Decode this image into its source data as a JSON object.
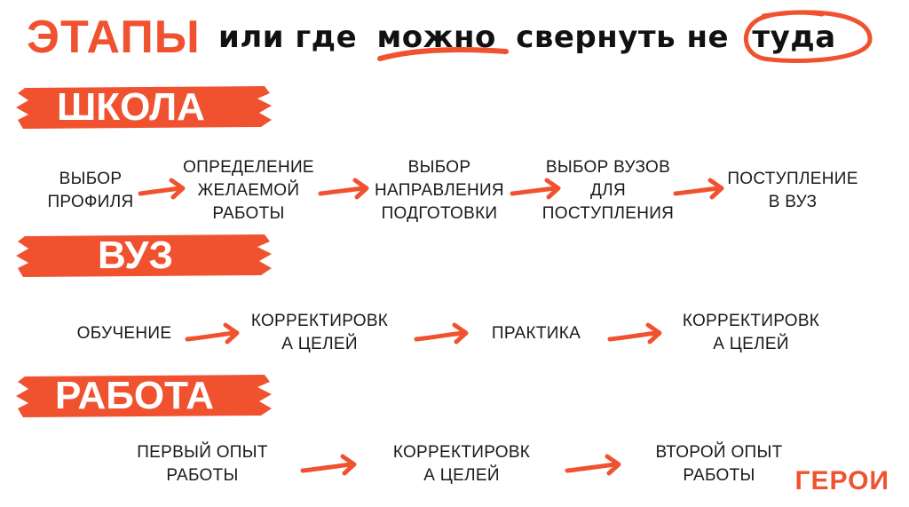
{
  "header": {
    "title_main": "ЭТАПЫ",
    "title_word1": "или где",
    "title_word2": "можно",
    "title_word3": "свернуть не",
    "title_word4": "туда"
  },
  "colors": {
    "accent": "#f0522f",
    "text": "#1a1a1a",
    "background": "#ffffff"
  },
  "sections": [
    {
      "label": "ШКОЛА",
      "steps": [
        "ВЫБОР\nПРОФИЛЯ",
        "ОПРЕДЕЛЕНИЕ\nЖЕЛАЕМОЙ\nРАБОТЫ",
        "ВЫБОР\nНАПРАВЛЕНИЯ\nПОДГОТОВКИ",
        "ВЫБОР ВУЗОВ\nДЛЯ\nПОСТУПЛЕНИЯ",
        "ПОСТУПЛЕНИЕ\nВ ВУЗ"
      ]
    },
    {
      "label": "ВУЗ",
      "steps": [
        "ОБУЧЕНИЕ",
        "КОРРЕКТИРОВК\nА ЦЕЛЕЙ",
        "ПРАКТИКА",
        "КОРРЕКТИРОВК\nА ЦЕЛЕЙ"
      ]
    },
    {
      "label": "РАБОТА",
      "steps": [
        "ПЕРВЫЙ ОПЫТ\nРАБОТЫ",
        "КОРРЕКТИРОВК\nА ЦЕЛЕЙ",
        "ВТОРОЙ ОПЫТ\nРАБОТЫ"
      ]
    }
  ],
  "logo": "ГЕРОИ"
}
